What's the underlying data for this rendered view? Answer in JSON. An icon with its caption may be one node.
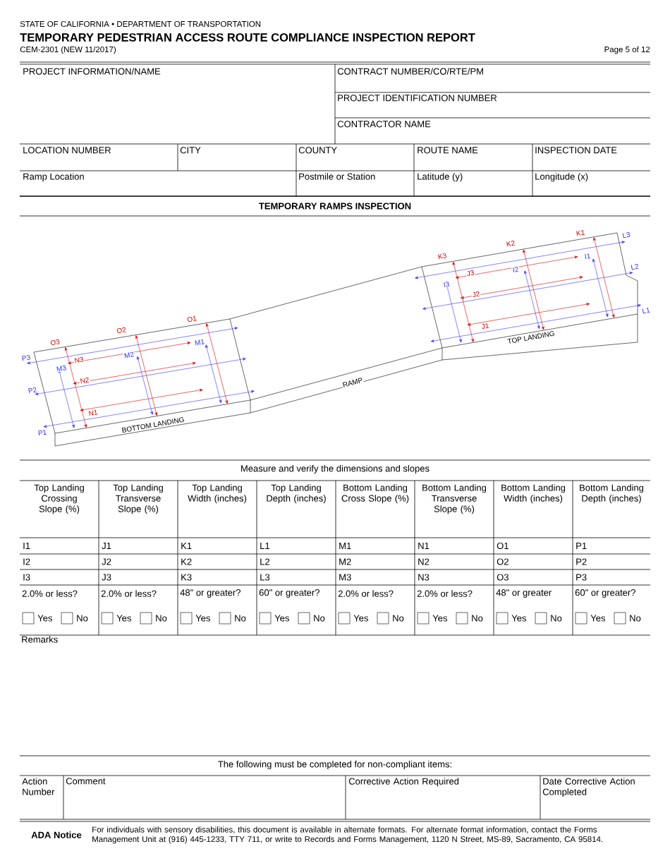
{
  "diagram": {
    "title": "TEMPORARY PEDESTRIAN ACCESS ROUTE COMPLIANCE INSPECTION REPORT",
    "labels": [
      "STATE OF CALIFORNIA • DEPARTMENT OF TRANSPORTATION",
      "CEM-2301 (NEW 11/2017)",
      "Page 5 of 12",
      "PROJECT INFORMATION/NAME",
      "CONTRACT NUMBER/CO/RTE/PM",
      "PROJECT IDENTIFICATION NUMBER",
      "CONTRACTOR NAME",
      "LOCATION NUMBER",
      "CITY",
      "COUNTY",
      "ROUTE NAME",
      "INSPECTION DATE",
      "Ramp Location",
      "Postmile or Station",
      "Latitude (y)",
      "Longitude (x)",
      "TEMPORARY RAMPS INSPECTION",
      "K1",
      "L3",
      "K2",
      "K3",
      "J3",
      "I2",
      "I1",
      "L2",
      "I3",
      "J2",
      "L1",
      "J1",
      "TOP LANDING",
      "O1",
      "O2",
      "O3",
      "P3",
      "N3",
      "M2",
      "M1",
      "M3",
      "N2",
      "P2",
      "RAMP",
      "N1",
      "P1",
      "BOTTOM LANDING",
      "Measure and verify the dimensions and slopes",
      "Top Landing Crossing Slope (%)",
      "Top Landing Transverse Slope (%)",
      "Top Landing Width (inches)",
      "Top Landing Depth (inches)",
      "Bottom Landing Cross Slope (%)",
      "Bottom Landing Transverse Slope (%)",
      "Bottom Landing Width (inches)",
      "Bottom Landing Depth (inches)",
      "I1",
      "J1",
      "K1",
      "L1",
      "M1",
      "N1",
      "O1",
      "P1",
      "I2",
      "J2",
      "K2",
      "L2",
      "M2",
      "N2",
      "O2",
      "P2",
      "I3",
      "J3",
      "K3",
      "L3",
      "M3",
      "N3",
      "O3",
      "P3",
      "2.0% or less?",
      "2.0% or less?",
      "48\" or greater?",
      "60\" or greater?",
      "2.0% or less?",
      "2.0% or less?",
      "48\" or greater",
      "60\" or greater?",
      "Yes",
      "No",
      "Yes",
      "No",
      "Yes",
      "No",
      "Yes",
      "No",
      "Yes",
      "No",
      "Yes",
      "No",
      "Yes",
      "No",
      "Yes",
      "No",
      "Remarks",
      "The following must be completed for non-compliant items:",
      "Action Number",
      "Comment",
      "Corrective Action Required",
      "Date Corrective Action Completed",
      "ADA Notice",
      "For individuals with sensory disabilities, this document is available in alternate formats. For alternate format information, contact the Forms Management Unit at (916) 445-1233, TTY 711, or write to Records and Forms Management, 1120 N Street, MS-89, Sacramento, CA 95814."
    ]
  }
}
